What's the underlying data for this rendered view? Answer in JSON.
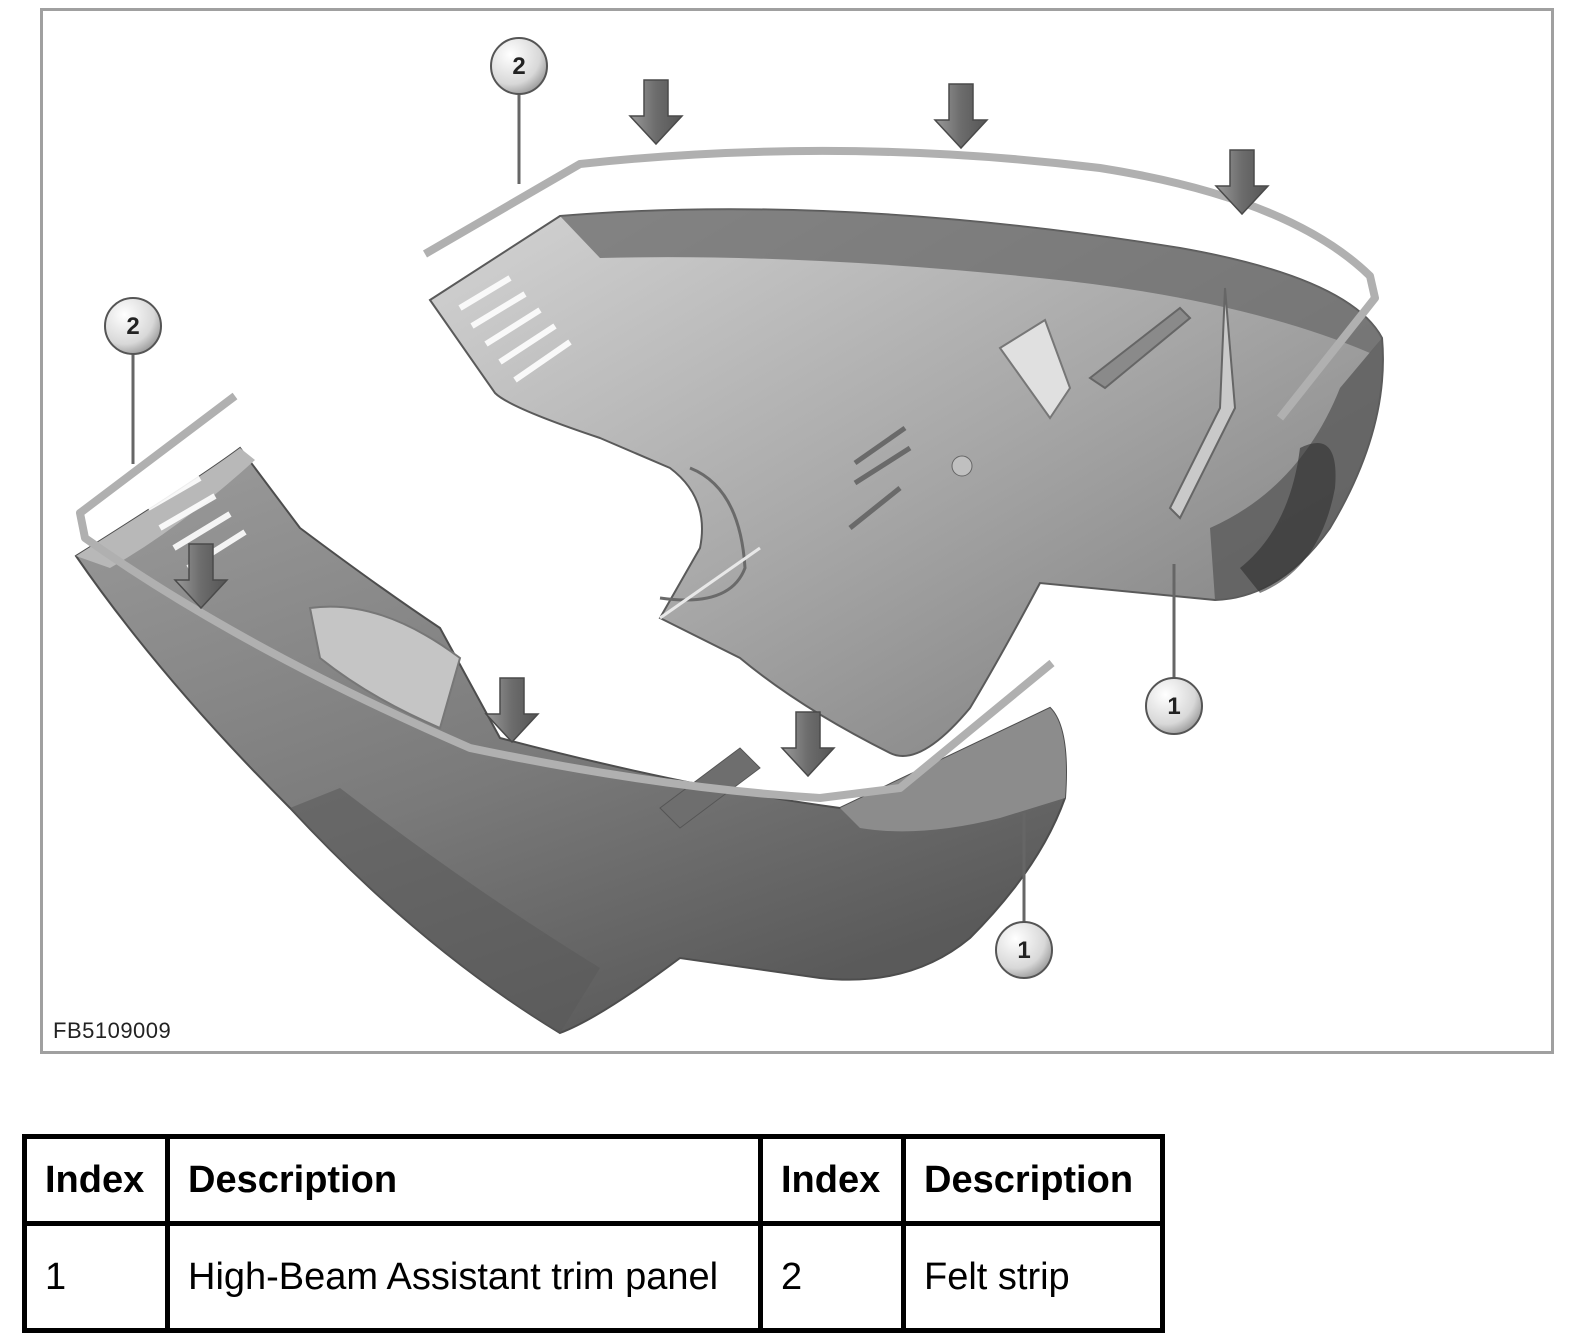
{
  "figure": {
    "id": "FB5109009",
    "callouts": [
      "1",
      "1",
      "2",
      "2"
    ],
    "colors": {
      "part": "#8a8a8a",
      "part_dark": "#4f4f4f",
      "part_light": "#bdbdbd",
      "strip": "#b5b5b5",
      "arrow": "#6e6e6e",
      "frame": "#9a9a9a"
    }
  },
  "legend": {
    "headers": [
      "Index",
      "Description",
      "Index",
      "Description"
    ],
    "rows": [
      [
        "1",
        "High-Beam Assistant trim panel",
        "2",
        "Felt strip"
      ]
    ]
  }
}
